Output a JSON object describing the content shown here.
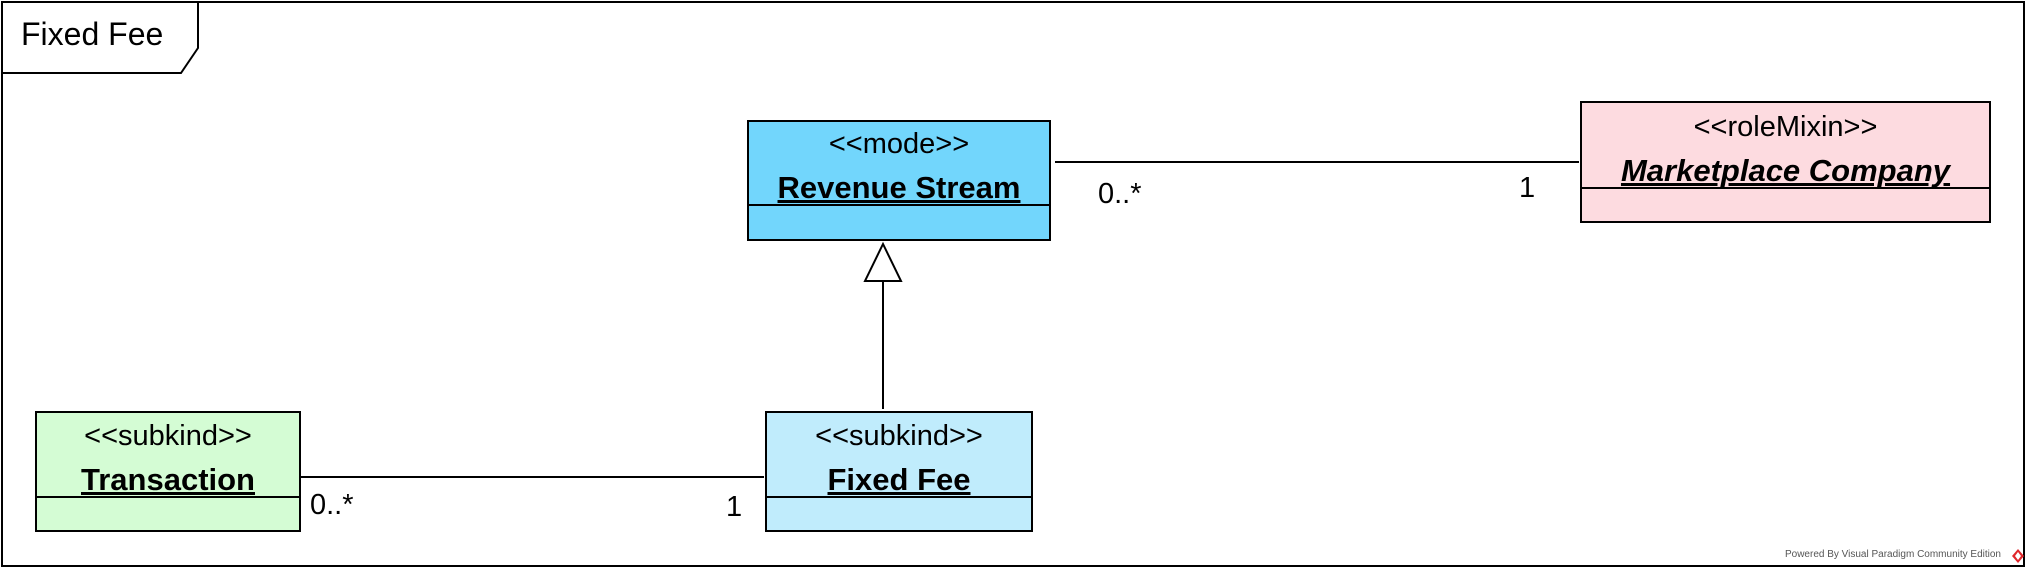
{
  "frame": {
    "title": "Fixed Fee"
  },
  "classes": {
    "revenue_stream": {
      "stereotype": "<<mode>>",
      "name": "Revenue Stream",
      "fill": "#72d6fc"
    },
    "marketplace_company": {
      "stereotype": "<<roleMixin>>",
      "name": "Marketplace Company",
      "fill": "#fddbe0"
    },
    "transaction": {
      "stereotype": "<<subkind>>",
      "name": "Transaction",
      "fill": "#d4fcd4"
    },
    "fixed_fee": {
      "stereotype": "<<subkind>>",
      "name": "Fixed Fee",
      "fill": "#c0ecfc"
    }
  },
  "associations": {
    "revenue_marketplace": {
      "source_multiplicity": "0..*",
      "target_multiplicity": "1"
    },
    "transaction_fixed_fee": {
      "source_multiplicity": "0..*",
      "target_multiplicity": "1"
    }
  },
  "footer": {
    "text": "Powered By  Visual Paradigm Community Edition"
  }
}
